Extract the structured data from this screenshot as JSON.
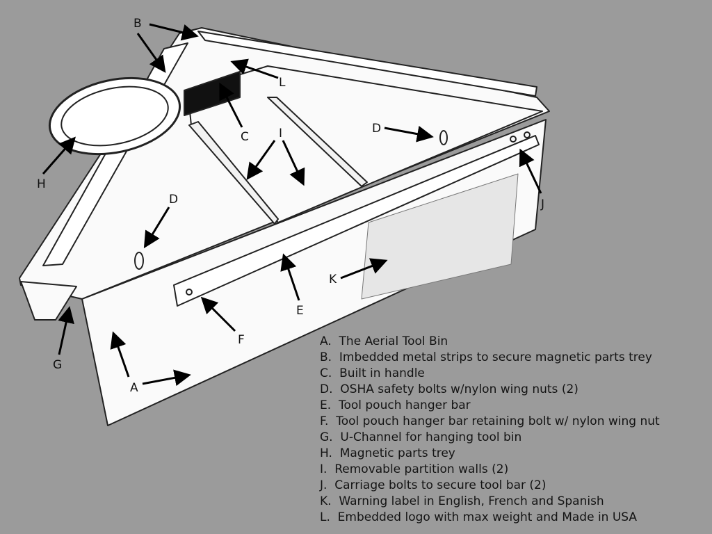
{
  "diagram": {
    "callouts": [
      "A",
      "B",
      "C",
      "D",
      "D",
      "E",
      "F",
      "G",
      "H",
      "I",
      "J",
      "K",
      "L"
    ],
    "legend": [
      "A.  The Aerial Tool Bin",
      "B.  Imbedded metal strips to secure magnetic parts trey",
      "C.  Built in handle",
      "D.  OSHA safety bolts w/nylon wing nuts (2)",
      "E.  Tool pouch hanger bar",
      "F.  Tool pouch hanger bar retaining bolt w/ nylon wing nut",
      "G.  U-Channel for hanging tool bin",
      "H.  Magnetic parts trey",
      "I.  Removable partition walls (2)",
      "J.  Carriage bolts to secure tool bar (2)",
      "K.  Warning label in English, French and Spanish",
      "L.  Embedded logo with max weight and Made in USA"
    ]
  }
}
